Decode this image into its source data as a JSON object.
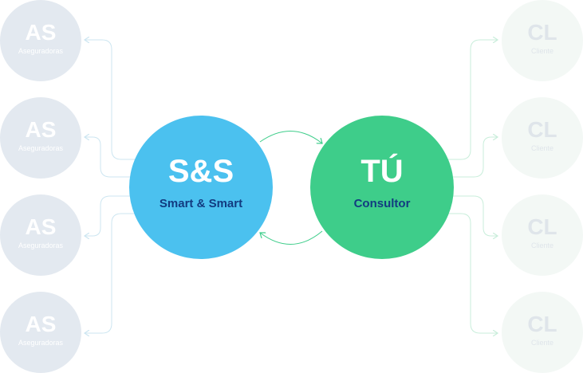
{
  "center": {
    "left": {
      "abbr": "S&S",
      "label": "Smart & Smart",
      "color": "#4bc1ef"
    },
    "right": {
      "abbr": "TÚ",
      "label": "Consultor",
      "color": "#3ecd8a"
    }
  },
  "insurers": [
    {
      "abbr": "AS",
      "label": "Aseguradoras"
    },
    {
      "abbr": "AS",
      "label": "Aseguradoras"
    },
    {
      "abbr": "AS",
      "label": "Aseguradoras"
    },
    {
      "abbr": "AS",
      "label": "Aseguradoras"
    }
  ],
  "clients": [
    {
      "abbr": "CL",
      "label": "Cliente"
    },
    {
      "abbr": "CL",
      "label": "Cliente"
    },
    {
      "abbr": "CL",
      "label": "Cliente"
    },
    {
      "abbr": "CL",
      "label": "Cliente"
    }
  ],
  "colors": {
    "left_connector": "#cde6f1",
    "right_connector": "#c9eedb",
    "arc": "#3ecd8a",
    "label_text": "#123b80"
  }
}
